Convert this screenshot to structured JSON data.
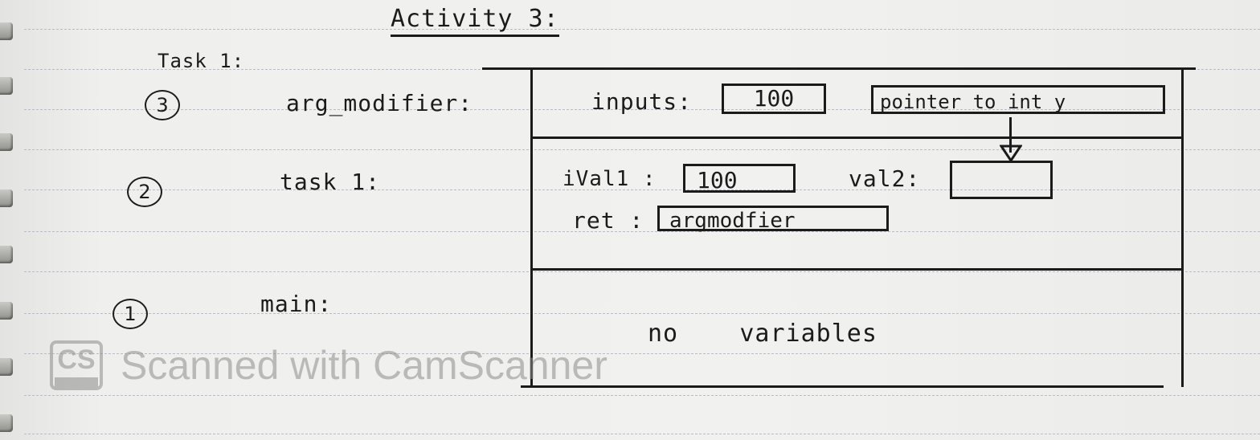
{
  "heading": "Activity 3:",
  "subheading": "Task 1:",
  "frames": [
    {
      "number": "3",
      "label": "arg_modifier:"
    },
    {
      "number": "2",
      "label": "task 1:"
    },
    {
      "number": "1",
      "label": "main:"
    }
  ],
  "arg_modifier_frame": {
    "inputs_label": "inputs:",
    "input_value": "100",
    "pointer_value": "pointer to int y"
  },
  "task1_frame": {
    "ival1_label": "iVal1 :",
    "ival1_value": "100",
    "val2_label": "val2:",
    "val2_value": "",
    "ret_label": "ret :",
    "ret_value": "argmodfier"
  },
  "main_frame": {
    "note": "no    variables"
  },
  "watermark": {
    "logo_text": "CS",
    "text": "Scanned with CamScanner"
  },
  "colors": {
    "ink": "#1b1b1b",
    "paper": "#efefed",
    "rule": "#b9bcc2",
    "watermark": "#8d8d8d"
  }
}
